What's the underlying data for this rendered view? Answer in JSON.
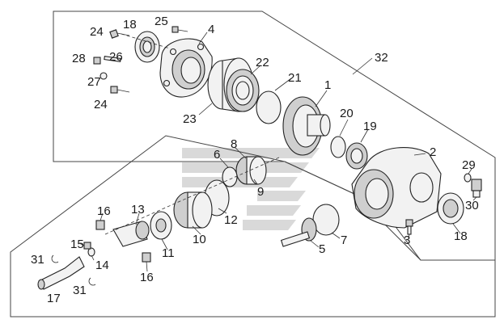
{
  "callouts": {
    "p1": "1",
    "p2": "2",
    "p3": "3",
    "p4": "4",
    "p5": "5",
    "p6": "6",
    "p7": "7",
    "p8": "8",
    "p9": "9",
    "p10": "10",
    "p11": "11",
    "p12": "12",
    "p13": "13",
    "p14": "14",
    "p15": "15",
    "p16a": "16",
    "p16b": "16",
    "p17": "17",
    "p18a": "18",
    "p18b": "18",
    "p19": "19",
    "p20": "20",
    "p21": "21",
    "p22": "22",
    "p23": "23",
    "p24a": "24",
    "p24b": "24",
    "p25": "25",
    "p26": "26",
    "p27": "27",
    "p28": "28",
    "p29": "29",
    "p30": "30",
    "p31a": "31",
    "p31b": "31",
    "p32": "32"
  }
}
